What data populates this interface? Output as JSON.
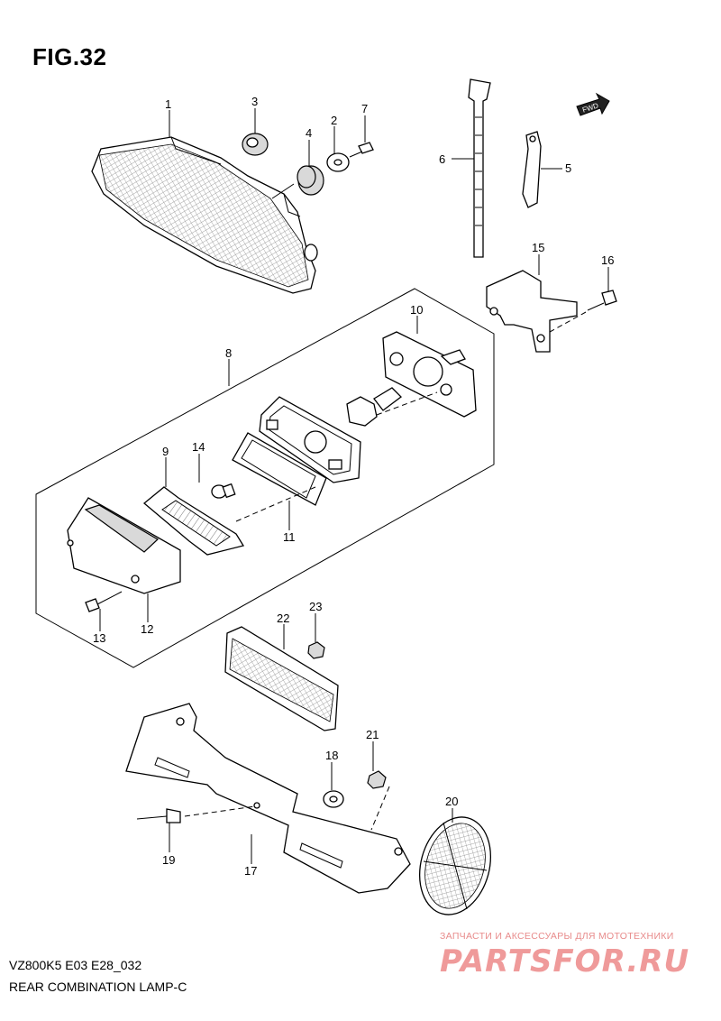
{
  "figure": {
    "title": "FIG.32",
    "model_code": "VZ800K5 E03 E28_032",
    "part_title": "REAR COMBINATION LAMP-C",
    "fwd_label": "FWD"
  },
  "callouts": [
    "1",
    "2",
    "3",
    "4",
    "5",
    "6",
    "7",
    "8",
    "9",
    "10",
    "11",
    "12",
    "13",
    "14",
    "15",
    "16",
    "17",
    "18",
    "19",
    "20",
    "21",
    "22",
    "23"
  ],
  "watermark": {
    "tagline": "ЗАПЧАСТИ И АКСЕССУАРЫ ДЛЯ МОТОТЕХНИКИ",
    "logo": "PARTSFOR.RU"
  }
}
